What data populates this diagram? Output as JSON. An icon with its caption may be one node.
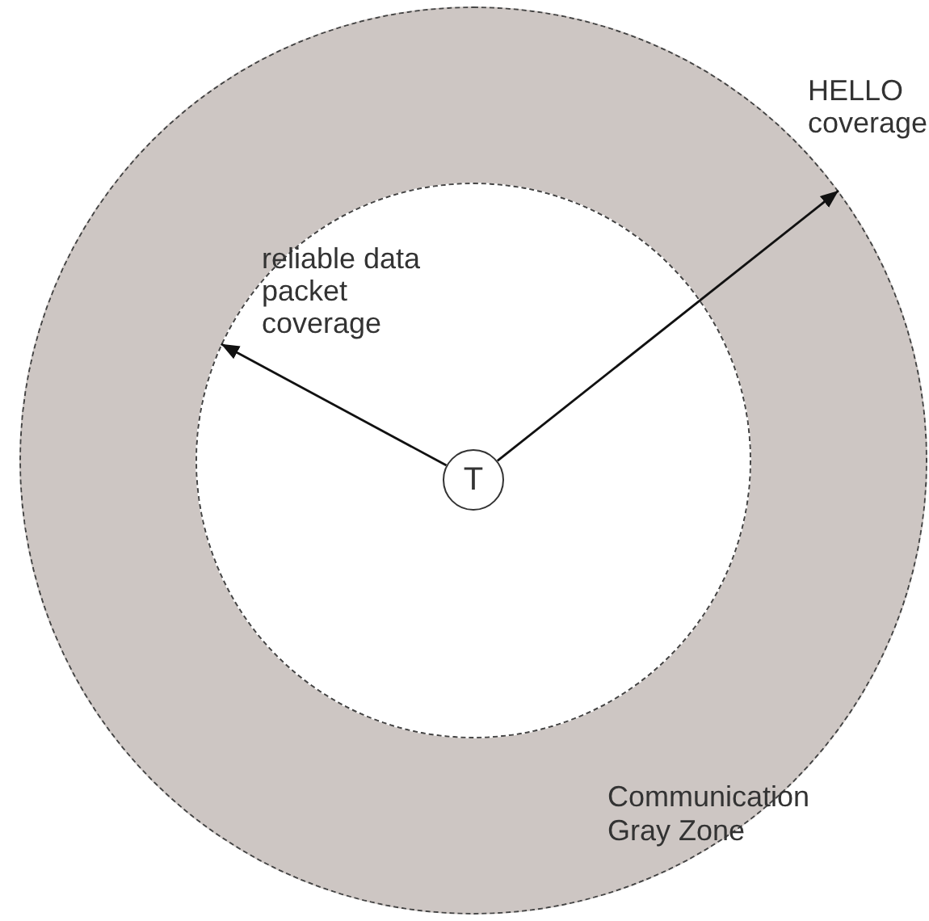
{
  "diagram": {
    "nodes": [
      {
        "text": [
          "Communication Gray Zone"
        ]
      },
      {
        "text": [],
        "shape": "circle",
        "in": 0
      },
      {
        "text": [
          "T"
        ],
        "in": 1
      }
    ],
    "edges": [
      {
        "from": 2,
        "to": 1,
        "arrow": "to",
        "label": "reliable data packet coverage"
      },
      {
        "from": 2,
        "to": 0,
        "arrow": "to",
        "label": "HELLO coverage"
      }
    ]
  }
}
